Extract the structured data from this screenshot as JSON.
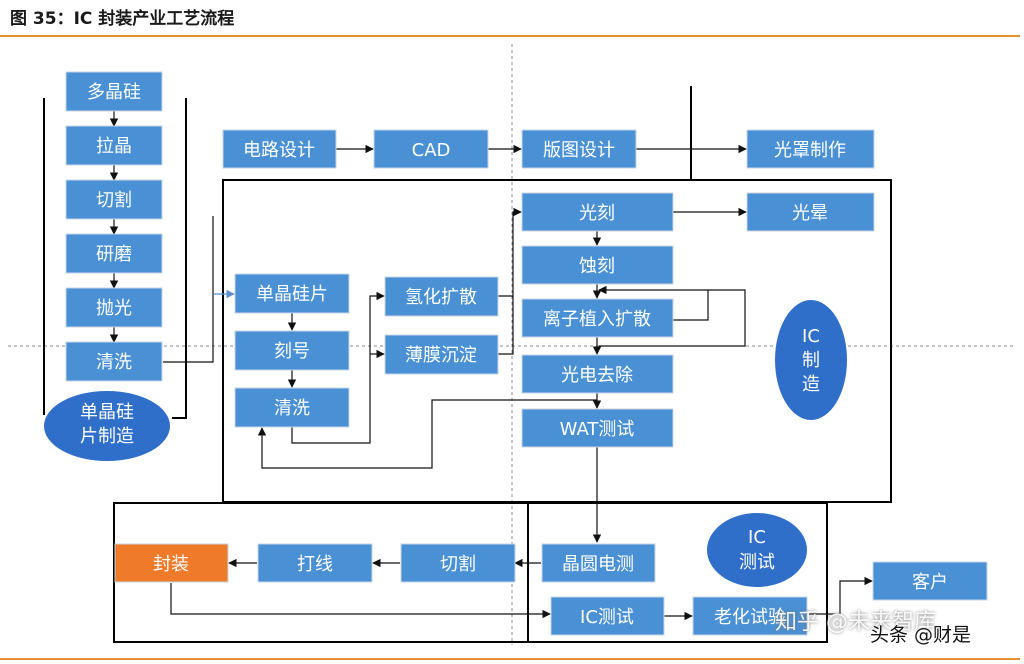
{
  "title": "图 35：IC 封装产业工艺流程",
  "colors": {
    "box": "#4a90d4",
    "ellipse": "#2f6fc9",
    "highlight": "#ee7a2a",
    "rule": "#e5912f"
  },
  "boxes": {
    "duojinggui": "多晶硅",
    "lajing": "拉晶",
    "qiege1": "切割",
    "yanmo": "研磨",
    "paoguang": "抛光",
    "qingxi1": "清洗",
    "dianlusheji": "电路设计",
    "cad": "CAD",
    "bantusheji": "版图设计",
    "guangzhao": "光罩制作",
    "danjingguipian": "单晶硅片",
    "kehao": "刻号",
    "qingxi2": "清洗",
    "qinghuakuosan": "氢化扩散",
    "bomochendian": "薄膜沉淀",
    "guangke": "光刻",
    "guangyun": "光晕",
    "shike": "蚀刻",
    "lizizhiru": "离子植入扩散",
    "guangdianquchu": "光电去除",
    "wat": "WAT测试",
    "jingyuandiance": "晶圆电测",
    "qiege2": "切割",
    "daxian": "打线",
    "fengzhuang": "封装",
    "icceshi": "IC测试",
    "laohua": "老化试验",
    "kehu": "客户"
  },
  "ellipses": {
    "wafer": [
      "单晶硅",
      "片制造"
    ],
    "make": [
      "IC",
      "制",
      "造"
    ],
    "test": [
      "IC",
      "测试"
    ]
  },
  "watermark": [
    "知乎 @未来智库",
    "头条 @财是"
  ]
}
